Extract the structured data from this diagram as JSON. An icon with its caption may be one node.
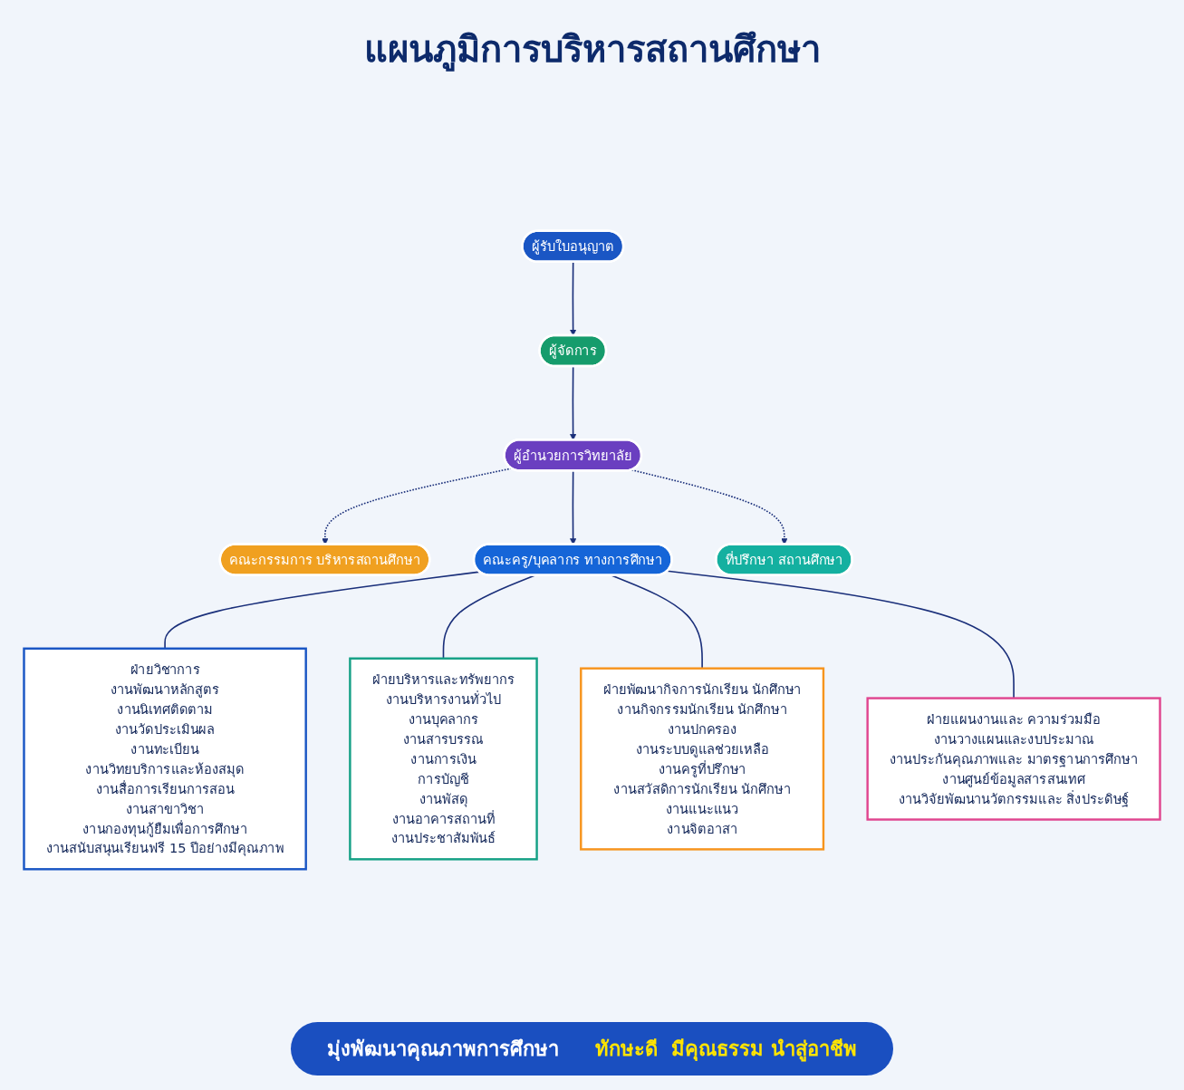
{
  "diagram": {
    "title": "แผนภูมิการบริหารสถานศึกษา",
    "nodes": [
      {
        "text": [
          "ผู้รับใบอนุญาต"
        ]
      },
      {
        "text": [
          "ผู้จัดการ"
        ]
      },
      {
        "text": [
          "ผู้อำนวยการวิทยาลัย"
        ]
      },
      {
        "text": [
          "คณะกรรมการ บริหารสถานศึกษา"
        ]
      },
      {
        "text": [
          "ที่ปรึกษา สถานศึกษา"
        ]
      },
      {
        "text": [
          "คณะครู/บุคลากร ทางการศึกษา"
        ]
      },
      {
        "text": [
          "ฝ่ายวิชาการ",
          "งานพัฒนาหลักสูตร",
          "งานนิเทศติดตาม",
          "งานวัดประเมินผล",
          "งานทะเบียน",
          "งานวิทยบริการและห้องสมุด",
          "งานสื่อการเรียนการสอน",
          "งานสาขาวิชา",
          "งานกองทุนกู้ยืมเพื่อการศึกษา",
          "งานสนับสนุนเรียนฟรี 15 ปีอย่างมีคุณภาพ"
        ]
      },
      {
        "text": [
          "ฝ่ายบริหารและทรัพยากร",
          "งานบริหารงานทั่วไป",
          "งานบุคลากร",
          "งานสารบรรณ",
          "งานการเงิน",
          "การบัญชี",
          "งานพัสดุ",
          "งานอาคารสถานที่",
          "งานประชาสัมพันธ์"
        ]
      },
      {
        "text": [
          "ฝ่ายพัฒนากิจการนักเรียน นักศึกษา",
          "งานกิจกรรมนักเรียน นักศึกษา",
          "งานปกครอง",
          "งานระบบดูแลช่วยเหลือ",
          "งานครูที่ปรึกษา",
          "งานสวัสดิการนักเรียน นักศึกษา",
          "งานแนะแนว",
          "งานจิตอาสา"
        ]
      },
      {
        "text": [
          "ฝ่ายแผนงานและ ความร่วมมือ",
          "งานวางแผนและงบประมาณ",
          "งานประกันคุณภาพและ มาตรฐานการศึกษา",
          "งานศูนย์ข้อมูลสารสนเทศ",
          "งานวิจัยพัฒนานวัตกรรมและ สิ่งประดิษฐ์"
        ]
      }
    ],
    "edges": [
      {
        "from": 0,
        "to": 1,
        "arrow": "to"
      },
      {
        "from": 1,
        "to": 2,
        "arrow": "to"
      },
      {
        "from": 2,
        "to": 3,
        "arrow": "to",
        "style": "dashed"
      },
      {
        "from": 2,
        "to": 4,
        "arrow": "to",
        "style": "dashed"
      },
      {
        "from": 2,
        "to": 5,
        "arrow": "to"
      },
      {
        "from": 5,
        "to": 6,
        "arrow": "none"
      },
      {
        "from": 5,
        "to": 7,
        "arrow": "none"
      },
      {
        "from": 5,
        "to": 8,
        "arrow": "none"
      },
      {
        "from": 5,
        "to": 9,
        "arrow": "none"
      }
    ],
    "labels": [
      "มุ่งพัฒนาคุณภาพการศึกษา",
      "ทักษะดี  มีคุณธรรม นำสู่อาชีพ"
    ]
  }
}
